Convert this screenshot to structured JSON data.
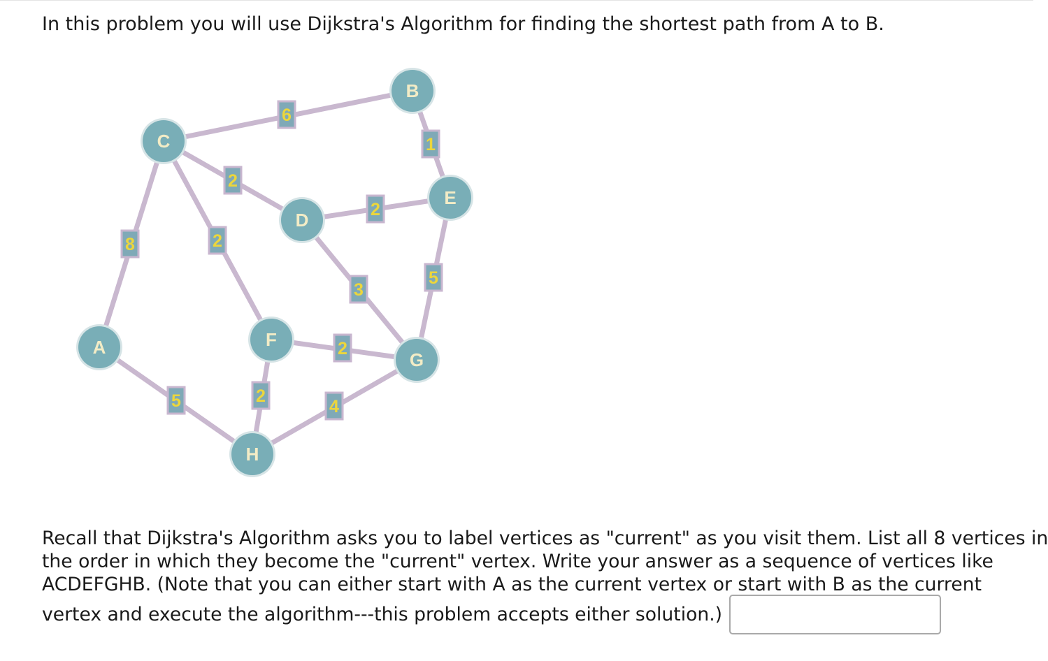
{
  "intro": "In this problem you will use Dijkstra's Algorithm for finding the shortest path from A to B.",
  "graph": {
    "node_color": "#79aeb7",
    "edge_color": "#c9b8cf",
    "weight_box_color": "#7fa9b7",
    "weight_text_color": "#ecd63c",
    "nodes": [
      {
        "id": "A"
      },
      {
        "id": "B"
      },
      {
        "id": "C"
      },
      {
        "id": "D"
      },
      {
        "id": "E"
      },
      {
        "id": "F"
      },
      {
        "id": "G"
      },
      {
        "id": "H"
      }
    ],
    "edges": [
      {
        "from": "C",
        "to": "B",
        "weight": "6"
      },
      {
        "from": "B",
        "to": "E",
        "weight": "1"
      },
      {
        "from": "C",
        "to": "D",
        "weight": "2"
      },
      {
        "from": "D",
        "to": "E",
        "weight": "2"
      },
      {
        "from": "C",
        "to": "A",
        "weight": "8"
      },
      {
        "from": "C",
        "to": "F",
        "weight": "2"
      },
      {
        "from": "D",
        "to": "G",
        "weight": "3"
      },
      {
        "from": "E",
        "to": "G",
        "weight": "5"
      },
      {
        "from": "F",
        "to": "G",
        "weight": "2"
      },
      {
        "from": "A",
        "to": "H",
        "weight": "5"
      },
      {
        "from": "F",
        "to": "H",
        "weight": "2"
      },
      {
        "from": "H",
        "to": "G",
        "weight": "4"
      }
    ]
  },
  "question": {
    "line1": "Recall that Dijkstra's Algorithm asks you to label vertices as \"current\" as you visit them. List all 8 vertices in",
    "line2": "the order in which they become the \"current\" vertex. Write your answer as a sequence of vertices like",
    "line3": "ACDEFGHB. (Note that you can either start with A as the current vertex or start with B as the current",
    "line4": "vertex and execute the algorithm---this problem accepts either solution.)"
  },
  "answer": {
    "value": ""
  }
}
